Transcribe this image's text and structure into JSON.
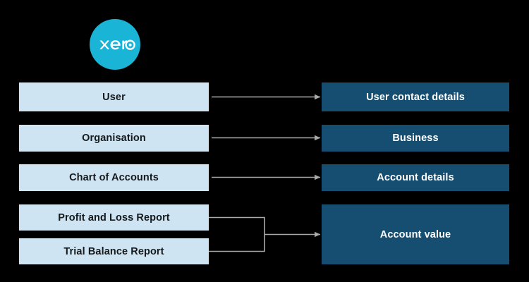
{
  "diagram": {
    "background_color": "#000000",
    "title_logo": {
      "name": "xero",
      "wordmark": "xero",
      "brand_color": "#1ab4d7",
      "text_color": "#ffffff"
    },
    "colors": {
      "source_box_fill": "#cfe4f2",
      "source_box_text": "#15191c",
      "target_box_fill": "#164e72",
      "target_box_text": "#ffffff",
      "connector": "#a9a9a9"
    },
    "rows": [
      {
        "source": "User",
        "target": "User contact details",
        "connector": "arrow"
      },
      {
        "source": "Organisation",
        "target": "Business",
        "connector": "arrow"
      },
      {
        "source": "Chart of Accounts",
        "target": "Account details",
        "connector": "arrow"
      }
    ],
    "merged_group": {
      "sources": [
        "Profit and Loss Report",
        "Trial Balance Report"
      ],
      "target": "Account value",
      "connector": "bracket-arrow"
    }
  }
}
